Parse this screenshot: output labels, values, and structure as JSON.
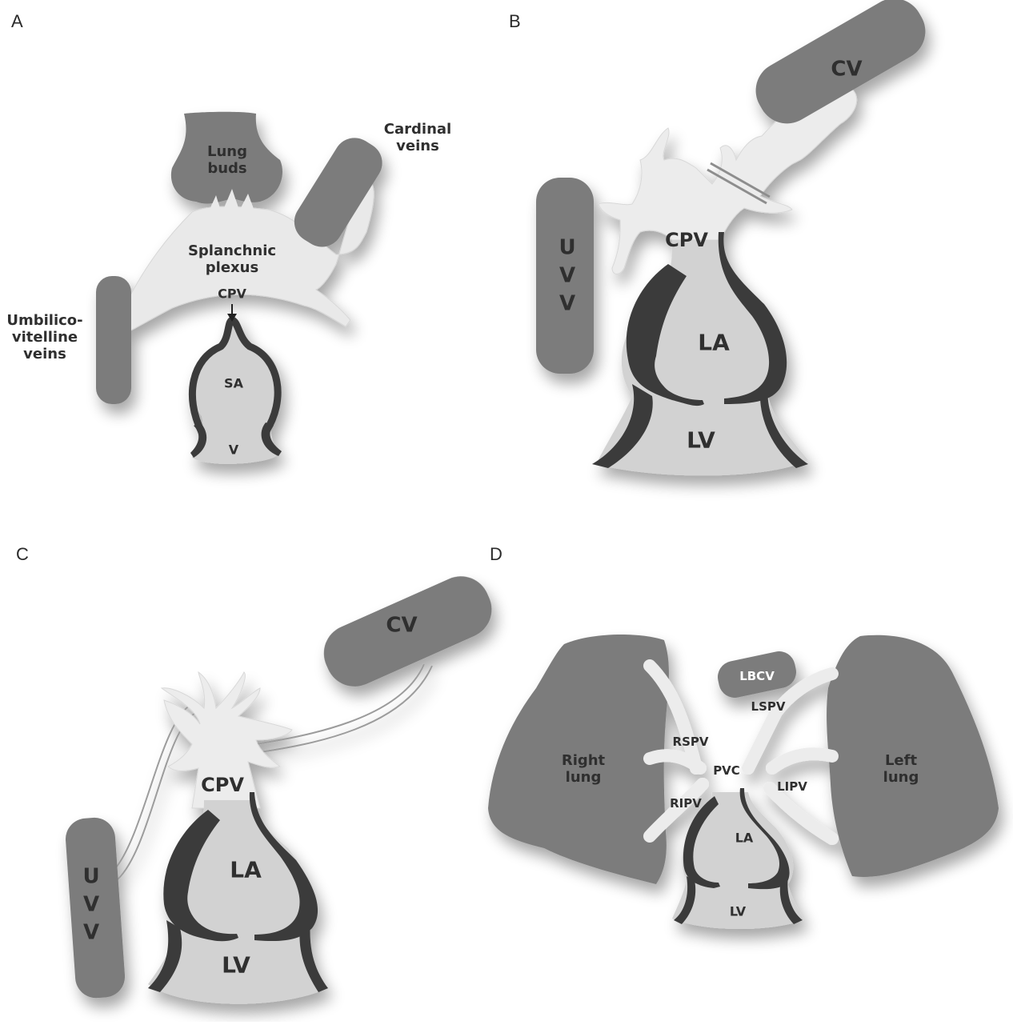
{
  "colors": {
    "dark_vessel": "#7b7b7b",
    "light_vessel": "#e9e9e9",
    "wall": "#3b3b3b",
    "chamber": "#d2d2d2",
    "shadow": "#c4c4c4",
    "text": "#2f2f2f"
  },
  "panels": {
    "a": {
      "letter": "A",
      "lung_buds": [
        "Lung",
        "buds"
      ],
      "cardinal": [
        "Cardinal",
        "veins"
      ],
      "splanchnic": [
        "Splanchnic",
        "plexus"
      ],
      "umbilico": [
        "Umbilico-",
        "vitelline",
        "veins"
      ],
      "cpv": "CPV",
      "sa": "SA",
      "v": "V"
    },
    "b": {
      "letter": "B",
      "cv": "CV",
      "uvv": [
        "U",
        "V",
        "V"
      ],
      "cpv": "CPV",
      "la": "LA",
      "lv": "LV"
    },
    "c": {
      "letter": "C",
      "cv": "CV",
      "uvv": [
        "U",
        "V",
        "V"
      ],
      "cpv": "CPV",
      "la": "LA",
      "lv": "LV"
    },
    "d": {
      "letter": "D",
      "lbcv": "LBCV",
      "lspv": "LSPV",
      "rspv": "RSPV",
      "right_lung": [
        "Right",
        "lung"
      ],
      "left_lung": [
        "Left",
        "lung"
      ],
      "pvc": "PVC",
      "lipv": "LIPV",
      "ripv": "RIPV",
      "la": "LA",
      "lv": "LV"
    }
  }
}
